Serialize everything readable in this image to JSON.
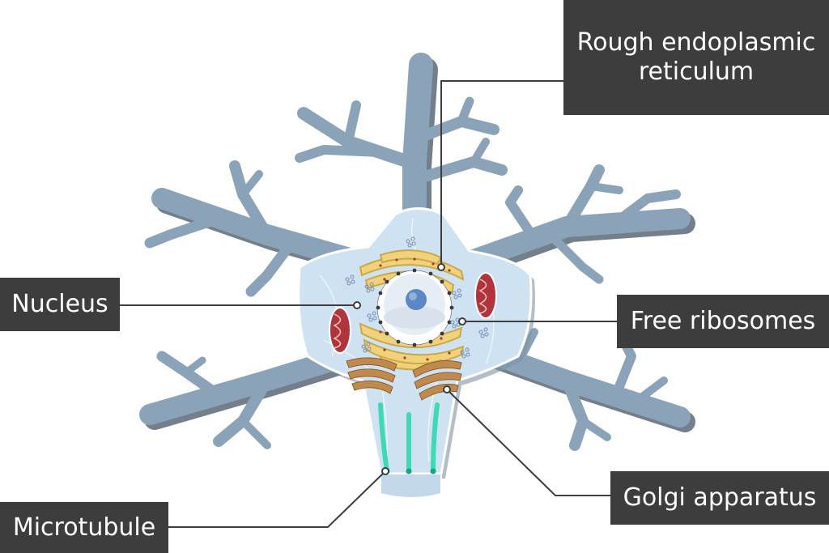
{
  "colors": {
    "dendrite": "#8ba3b8",
    "dendrite_shadow": "#5a6a78",
    "cytoplasm": "#cfe2f2",
    "rough_er": "#f1d27a",
    "rough_er_edge": "#c9a84a",
    "mitochondria": "#b0343c",
    "golgi": "#c08a4e",
    "microtubule": "#3fd9b4",
    "nucleus": "#e6edf4",
    "nucleolus": "#5b87c4",
    "label_bg": "#3d3d3d",
    "label_text": "#ffffff",
    "leader_line": "#3d3d3d"
  },
  "labels": {
    "rough_er": "Rough endoplasmic reticulum",
    "nucleus": "Nucleus",
    "free_ribosomes": "Free ribosomes",
    "golgi": "Golgi apparatus",
    "microtubule": "Microtubule"
  }
}
